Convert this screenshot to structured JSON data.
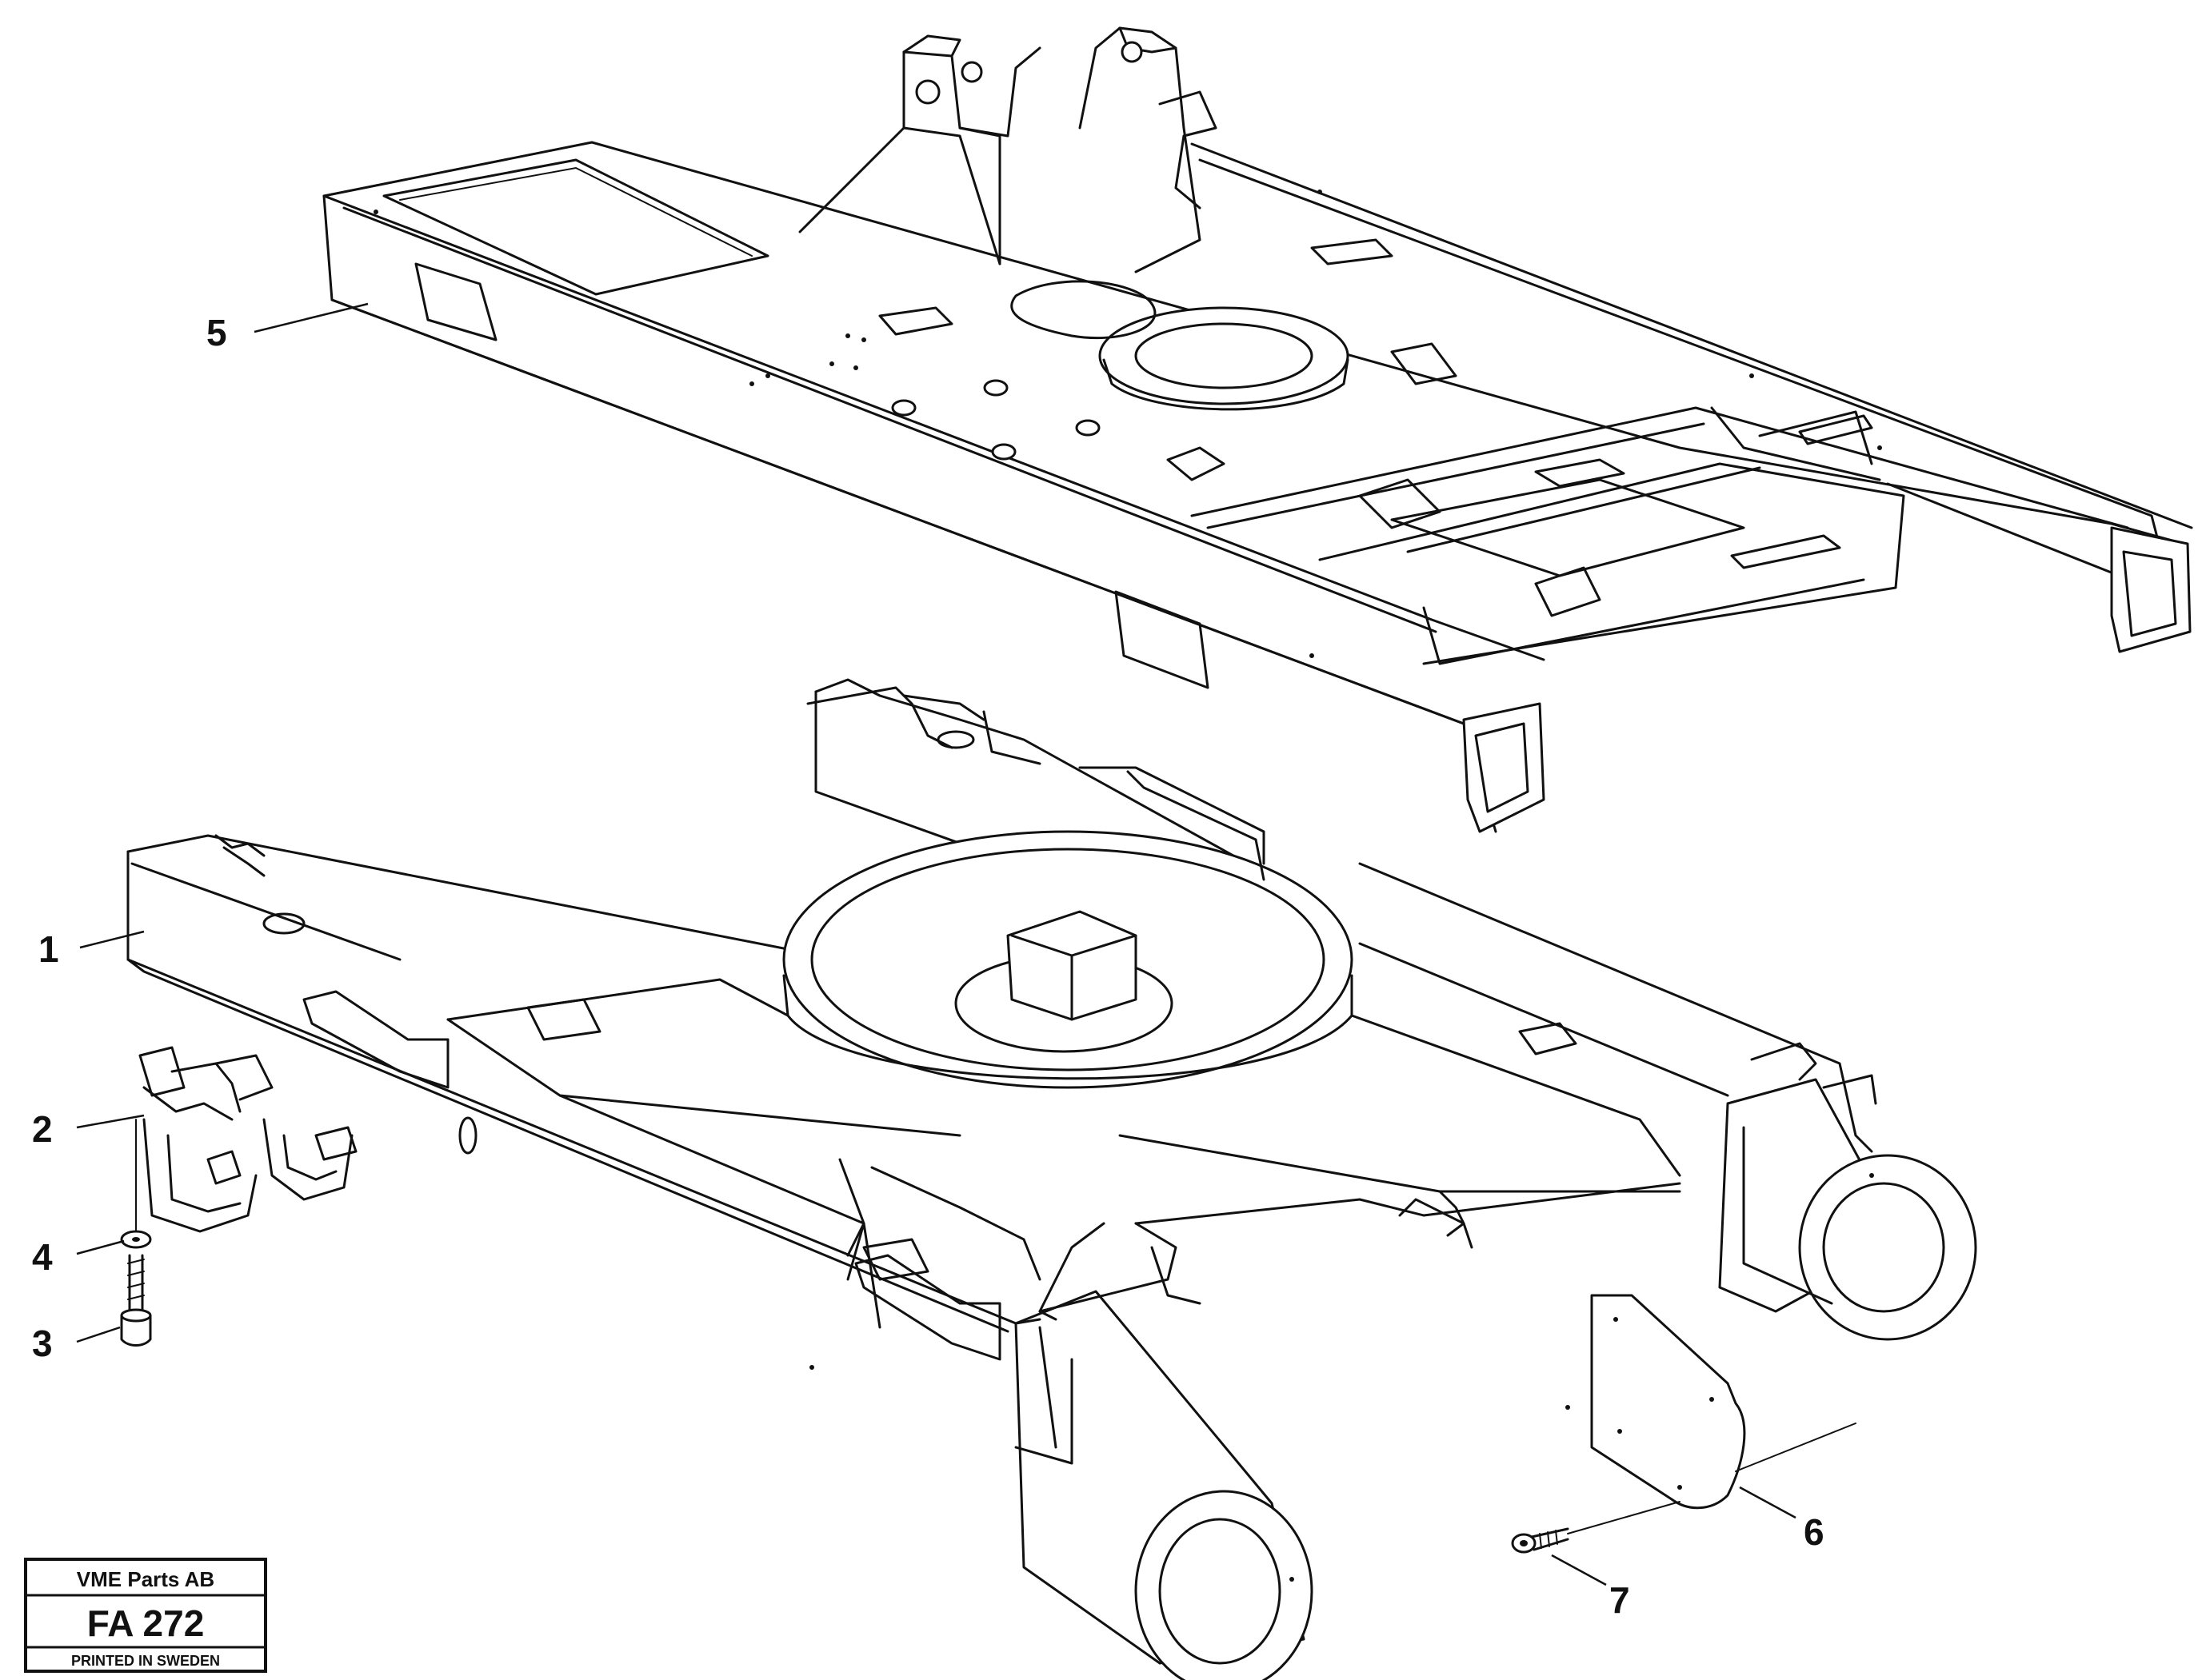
{
  "callouts": [
    {
      "id": "1",
      "label": "1"
    },
    {
      "id": "2",
      "label": "2"
    },
    {
      "id": "3",
      "label": "3"
    },
    {
      "id": "4",
      "label": "4"
    },
    {
      "id": "5",
      "label": "5"
    },
    {
      "id": "6",
      "label": "6"
    },
    {
      "id": "7",
      "label": "7"
    }
  ],
  "stamp": {
    "company": "VME Parts AB",
    "code": "FA 272",
    "printed": "PRINTED IN SWEDEN"
  }
}
